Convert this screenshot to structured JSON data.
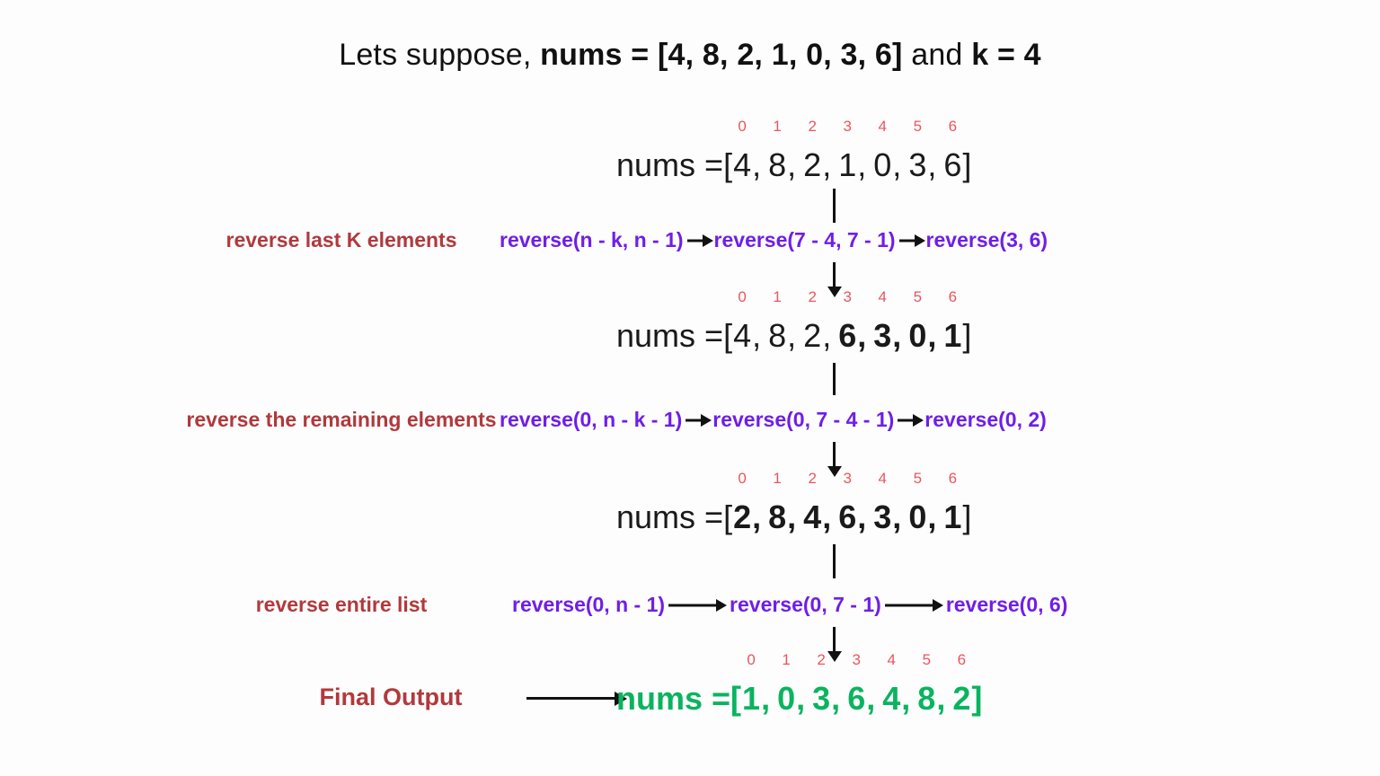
{
  "title": {
    "prefix": "Lets suppose, ",
    "nums_assignment": "nums = [4, 8, 2, 1, 0, 3, 6]",
    "conjunction": " and ",
    "k_assignment": "k = 4"
  },
  "indices": [
    "0",
    "1",
    "2",
    "3",
    "4",
    "5",
    "6"
  ],
  "rows": [
    {
      "name": "initial-array",
      "label": "nums = ",
      "open": "[",
      "close": "]",
      "values": [
        "4",
        "8",
        "2",
        "1",
        "0",
        "3",
        "6"
      ],
      "bold_from": 7,
      "color": "#1a1a1a"
    },
    {
      "name": "array-after-step-1",
      "label": "nums = ",
      "open": "[",
      "close": "]",
      "values": [
        "4",
        "8",
        "2",
        "6",
        "3",
        "0",
        "1"
      ],
      "bold_from": 3,
      "color": "#1a1a1a"
    },
    {
      "name": "array-after-step-2",
      "label": "nums = ",
      "open": "[",
      "close": "]",
      "values": [
        "2",
        "8",
        "4",
        "6",
        "3",
        "0",
        "1"
      ],
      "bold_from": 0,
      "color": "#1a1a1a"
    }
  ],
  "steps": [
    {
      "name": "reverse-last-k",
      "label": "reverse last K elements",
      "formulas": [
        "reverse(n - k, n - 1)",
        "reverse(7 - 4, 7 - 1)",
        "reverse(3, 6)"
      ],
      "arrow": "short"
    },
    {
      "name": "reverse-remaining",
      "label": "reverse the remaining elements",
      "formulas": [
        "reverse(0, n - k - 1)",
        "reverse(0, 7 - 4 - 1)",
        "reverse(0, 2)"
      ],
      "arrow": "short"
    },
    {
      "name": "reverse-entire-list",
      "label": "reverse entire list",
      "formulas": [
        "reverse(0, n - 1)",
        "reverse(0, 7 - 1)",
        "reverse(0, 6)"
      ],
      "arrow": "long"
    }
  ],
  "final": {
    "label": "Final Output",
    "prefix": "nums = ",
    "open": "[",
    "close": "]",
    "values": [
      "1",
      "0",
      "3",
      "6",
      "4",
      "8",
      "2"
    ]
  },
  "colors": {
    "background": "#fdfdfd",
    "text": "#1a1a1a",
    "index": "#e8565f",
    "step_label": "#b1393c",
    "formula": "#6f1ee8",
    "final_output": "#0ab45f",
    "arrow": "#111111"
  }
}
